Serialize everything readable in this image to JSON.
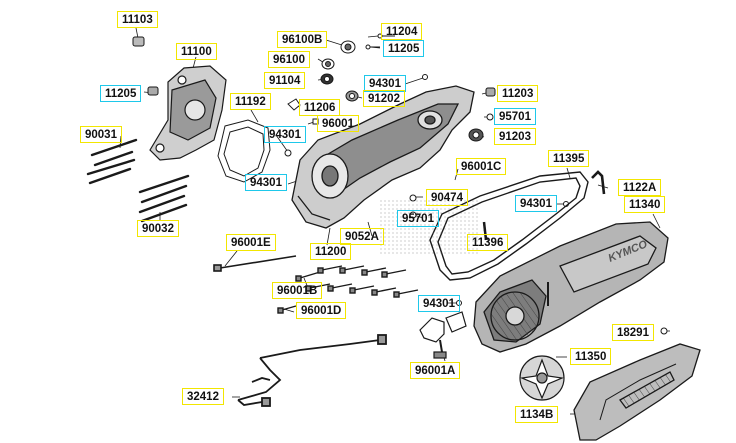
{
  "colors": {
    "yellow_frame": "#f2e600",
    "cyan_frame": "#1ec8ea",
    "line": "#1a1a1a"
  },
  "labels": {
    "p11103": "11103",
    "p96100B": "96100B",
    "p11204": "11204",
    "p11205a": "11205",
    "p11100": "11100",
    "p96100": "96100",
    "p91104": "91104",
    "p94301a": "94301",
    "p11205b": "11205",
    "p91202": "91202",
    "p11203": "11203",
    "p11192": "11192",
    "p11206": "11206",
    "p90031": "90031",
    "p96001": "96001",
    "p95701a": "95701",
    "p94301b": "94301",
    "p91203": "91203",
    "p96001C": "96001C",
    "p11395": "11395",
    "p94301c": "94301",
    "p90474": "90474",
    "p1122A": "1122A",
    "p94301d": "94301",
    "p11340": "11340",
    "p90032": "90032",
    "p95701b": "95701",
    "p9052A": "9052A",
    "p96001E": "96001E",
    "p11396": "11396",
    "p11200": "11200",
    "p96001B": "96001B",
    "p94301e": "94301",
    "p96001D": "96001D",
    "p18291": "18291",
    "p11350": "11350",
    "p96001A": "96001A",
    "p32412": "32412",
    "p1134B": "1134B"
  },
  "cover_logo": "KYMCO"
}
